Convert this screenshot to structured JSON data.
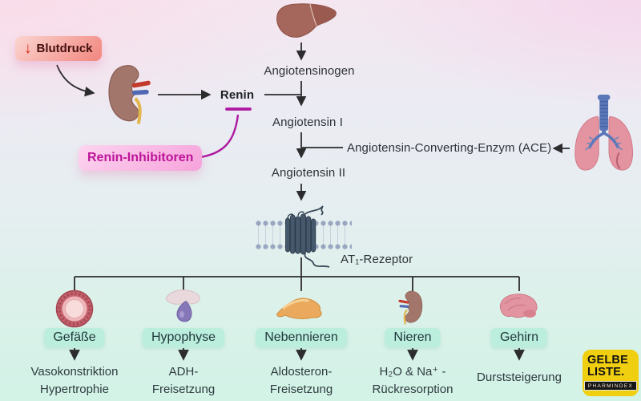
{
  "diagram_labels": {
    "angiotensinogen": "Angiotensinogen",
    "renin": "Renin",
    "angiotensin_i": "Angiotensin I",
    "ace": "Angiotensin-Converting-Enzym (ACE)",
    "angiotensin_ii": "Angiotensin II",
    "at1_receptor": "AT₁-Rezeptor"
  },
  "blutdruck_box": {
    "arrow_icon": "↓",
    "label": "Blutdruck"
  },
  "inhibitor_box": {
    "label": "Renin-Inhibitoren"
  },
  "branches": [
    {
      "organ": "Gefäße",
      "effect_line1": "Vasokonstriktion",
      "effect_line2": "Hypertrophie"
    },
    {
      "organ": "Hypophyse",
      "effect_line1": "ADH-",
      "effect_line2": "Freisetzung"
    },
    {
      "organ": "Nebennieren",
      "effect_line1": "Aldosteron-",
      "effect_line2": "Freisetzung"
    },
    {
      "organ": "Nieren",
      "effect_line1": "H₂O & Na⁺ -",
      "effect_line2": "Rückresorption"
    },
    {
      "organ": "Gehirn",
      "effect_line1": "Durststeigerung",
      "effect_line2": ""
    }
  ],
  "logo": {
    "line1": "GELBE",
    "line2": "LISTE.",
    "tagline": "PHARMINDEX"
  },
  "colors": {
    "line": "#2c2c2e",
    "inhibitor": "#ae18a0",
    "organ_chip_bg": "#bceedd",
    "blutdruck_red": "#dd2013",
    "inhibitor_text": "#bd1599",
    "logo_yellow": "#f0cf11"
  }
}
